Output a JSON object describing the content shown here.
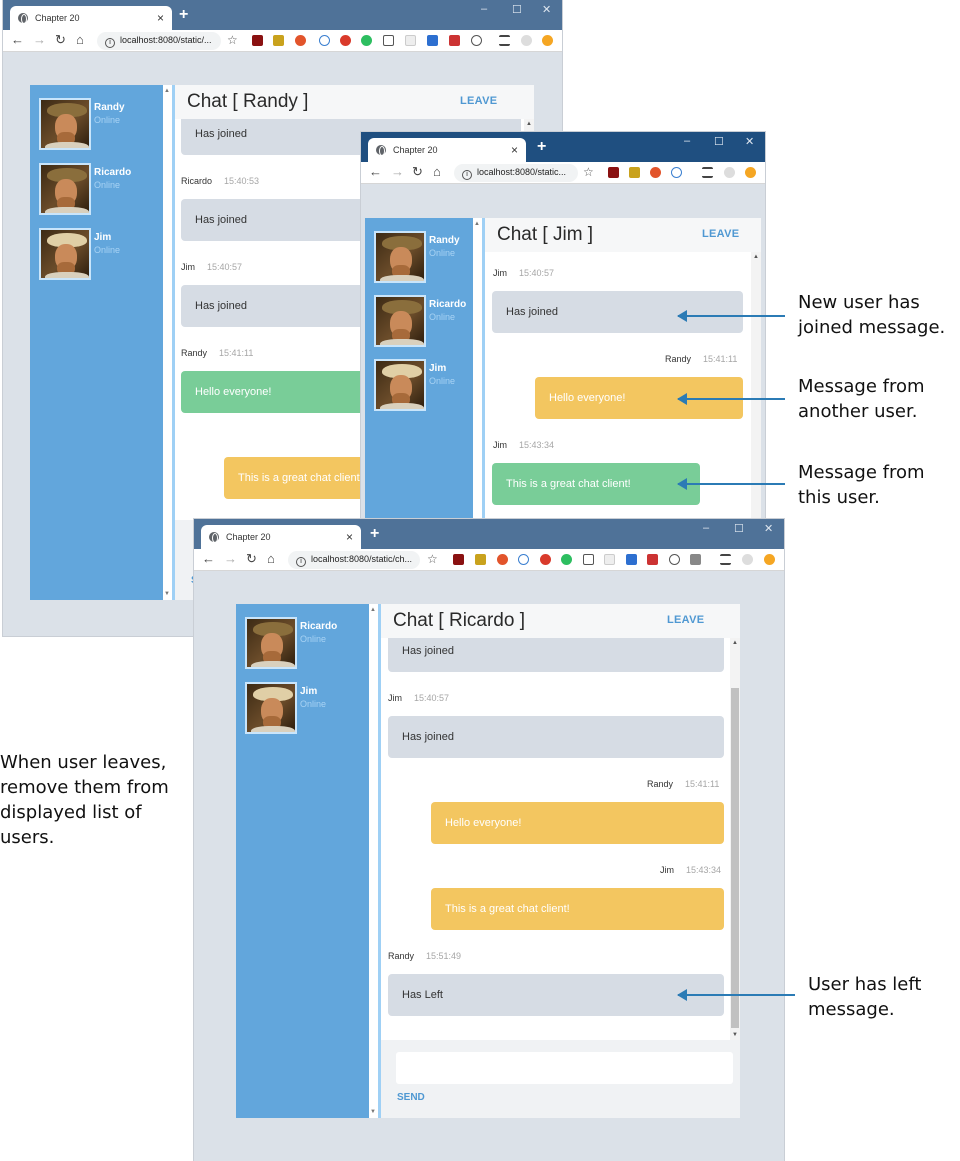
{
  "browser": {
    "tab_title": "Chapter 20",
    "new_tab": "+",
    "url_w1": "localhost:8080/static/...",
    "url_w2": "localhost:8080/static...",
    "url_w3": "localhost:8080/static/ch...",
    "controls": {
      "minimize": "–",
      "maximize": "☐",
      "close": "✕"
    }
  },
  "window1": {
    "title": "Chat [ Randy ]",
    "leave": "LEAVE",
    "users": [
      {
        "name": "Randy",
        "status": "Online"
      },
      {
        "name": "Ricardo",
        "status": "Online"
      },
      {
        "name": "Jim",
        "status": "Online"
      }
    ],
    "messages": [
      {
        "text": "Has joined"
      },
      {
        "sender": "Ricardo",
        "time": "15:40:53",
        "text": "Has joined"
      },
      {
        "sender": "Jim",
        "time": "15:40:57",
        "text": "Has joined"
      },
      {
        "sender": "Randy",
        "time": "15:41:11",
        "text": "Hello everyone!"
      },
      {
        "text": "This is a great chat client!"
      }
    ],
    "send_fragment": "S"
  },
  "window2": {
    "title": "Chat [ Jim ]",
    "leave": "LEAVE",
    "users": [
      {
        "name": "Randy",
        "status": "Online"
      },
      {
        "name": "Ricardo",
        "status": "Online"
      },
      {
        "name": "Jim",
        "status": "Online"
      }
    ],
    "messages": [
      {
        "sender": "Jim",
        "time": "15:40:57",
        "text": "Has joined"
      },
      {
        "sender": "Randy",
        "time": "15:41:11",
        "text": "Hello everyone!"
      },
      {
        "sender": "Jim",
        "time": "15:43:34",
        "text": "This is a great chat client!"
      }
    ]
  },
  "window3": {
    "title": "Chat [ Ricardo ]",
    "leave": "LEAVE",
    "users": [
      {
        "name": "Ricardo",
        "status": "Online"
      },
      {
        "name": "Jim",
        "status": "Online"
      }
    ],
    "messages": [
      {
        "text": "Has joined"
      },
      {
        "sender": "Jim",
        "time": "15:40:57",
        "text": "Has joined"
      },
      {
        "sender": "Randy",
        "time": "15:41:11",
        "text": "Hello everyone!"
      },
      {
        "sender": "Jim",
        "time": "15:43:34",
        "text": "This is a great chat client!"
      },
      {
        "sender": "Randy",
        "time": "15:51:49",
        "text": "Has Left"
      }
    ],
    "send": "SEND"
  },
  "callouts": {
    "joined": [
      "New user has",
      "joined message."
    ],
    "another": [
      "Message from",
      "another user."
    ],
    "this_user": [
      "Message from",
      "this user."
    ],
    "left": [
      "User has left",
      "message."
    ],
    "leaves": [
      "When user leaves,",
      "remove them from",
      "displayed list of",
      "users."
    ]
  },
  "colors": {
    "sidebar": "#62a6dc",
    "own_message": "#79cd98",
    "other_message": "#f3c660",
    "system_message": "#d6dce4",
    "accent": "#4f98d2",
    "arrow": "#2b7bb5"
  }
}
